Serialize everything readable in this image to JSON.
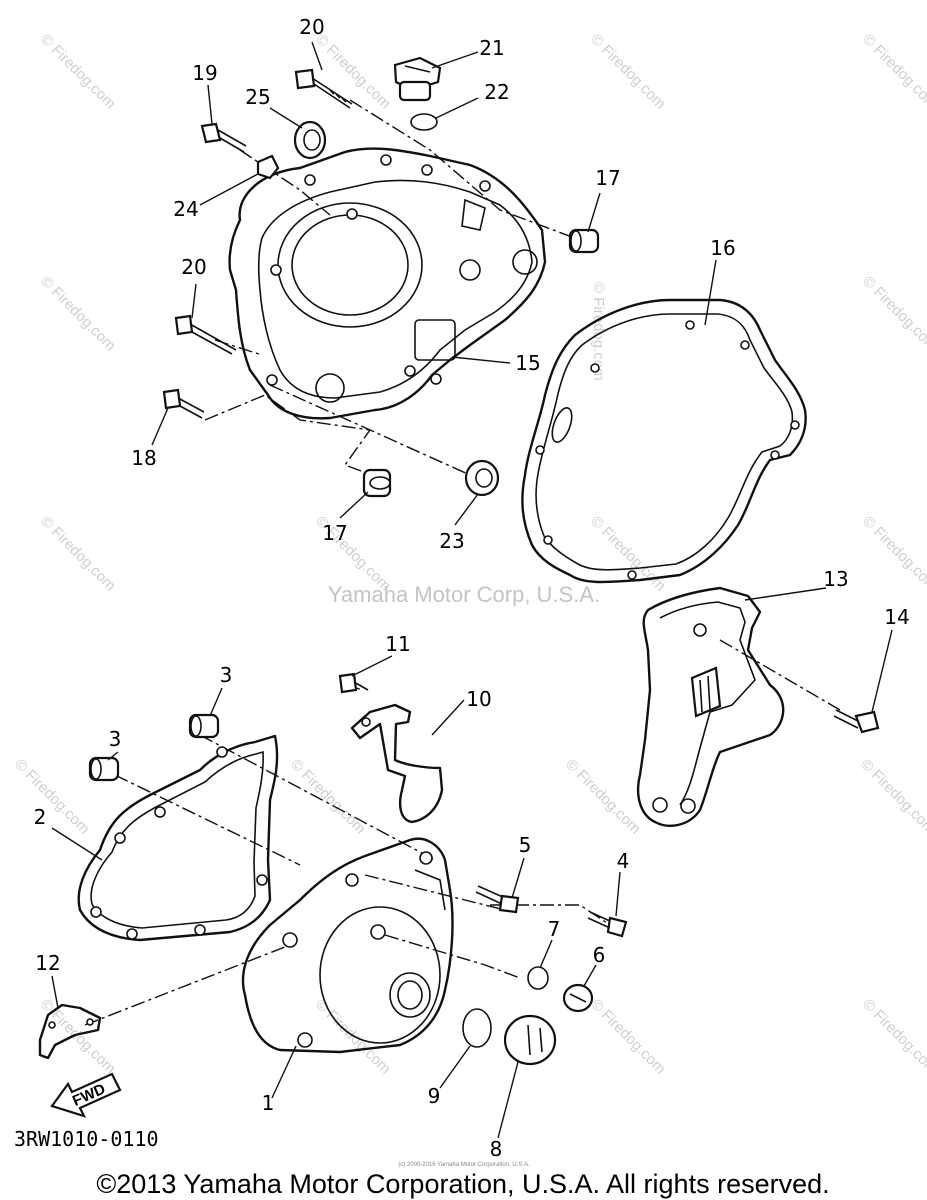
{
  "diagram": {
    "watermark_text": "© Firedog.com",
    "credit_text": "Yamaha Motor Corp, U.S.A.",
    "diagram_code": "3RW1010-0110",
    "fwd_label": "FWD",
    "small_print": "(c) 2000-2016 Yamaha Motor Corporation, U.S.A.",
    "copyright": "©2013 Yamaha Motor Corporation, U.S.A. All rights reserved.",
    "callouts": {
      "c1": "1",
      "c2": "2",
      "c3a": "3",
      "c3b": "3",
      "c4": "4",
      "c5": "5",
      "c6": "6",
      "c7": "7",
      "c8": "8",
      "c9": "9",
      "c10": "10",
      "c11": "11",
      "c12": "12",
      "c13": "13",
      "c14": "14",
      "c15": "15",
      "c16": "16",
      "c17a": "17",
      "c17b": "17",
      "c18": "18",
      "c19": "19",
      "c20a": "20",
      "c20b": "20",
      "c21": "21",
      "c22": "22",
      "c23": "23",
      "c24": "24",
      "c25": "25"
    }
  }
}
